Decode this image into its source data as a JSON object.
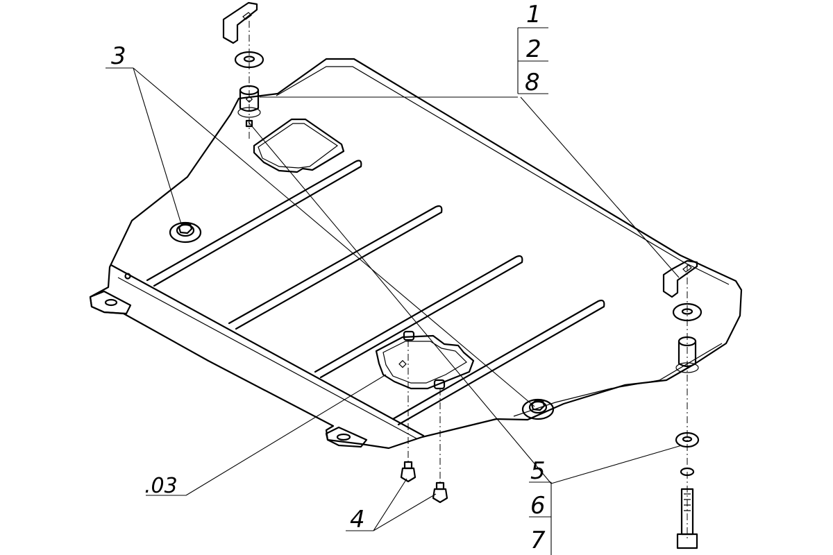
{
  "callouts": {
    "c1": "1",
    "c2": "2",
    "c8": "8",
    "c3": "3",
    "c03": ".03",
    "c4": "4",
    "c5": "5",
    "c6": "6",
    "c7": "7"
  }
}
